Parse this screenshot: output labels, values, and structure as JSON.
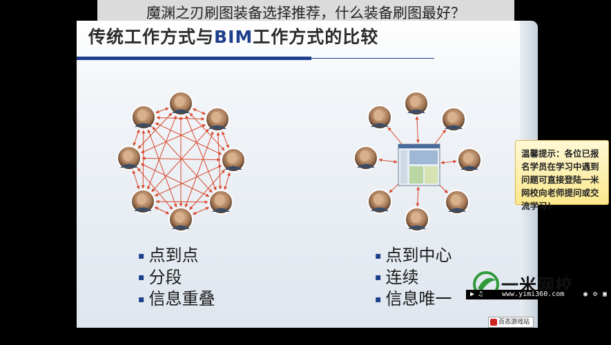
{
  "page_caption": "魔渊之刃刷图装备选择推荐，什么装备刷图最好？",
  "slide": {
    "title_pre": "传统工作方式与",
    "title_bim": "BIM",
    "title_post": "工作方式的比较"
  },
  "left_list": [
    "点到点",
    "分段",
    "信息重叠"
  ],
  "right_list": [
    "点到中心",
    "连续",
    "信息唯一"
  ],
  "notice": "温馨提示：各位已报名学员在学习中遇到问题可直接登陆一米网校向老师提问或交流学习！",
  "logo": {
    "text": "一米网校",
    "url": "www.yimi360.com"
  },
  "badge": "百态游戏站",
  "colors": {
    "accent": "#1d3f8c",
    "arrow": "#d9462b",
    "notice_bg": "#fbe88d"
  }
}
